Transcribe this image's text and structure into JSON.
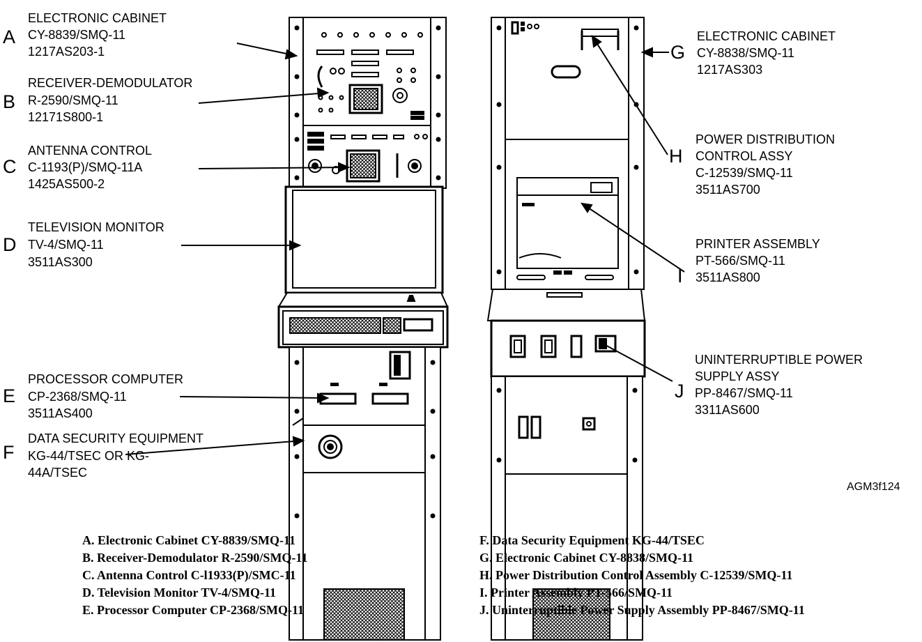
{
  "callouts_left": [
    {
      "letter": "A",
      "lines": [
        "ELECTRONIC CABINET",
        "CY-8839/SMQ-11",
        "1217AS203-1"
      ]
    },
    {
      "letter": "B",
      "lines": [
        "RECEIVER-DEMODULATOR",
        "R-2590/SMQ-11",
        "12171S800-1"
      ]
    },
    {
      "letter": "C",
      "lines": [
        "ANTENNA CONTROL",
        "C-1193(P)/SMQ-11A",
        "1425AS500-2"
      ]
    },
    {
      "letter": "D",
      "lines": [
        "TELEVISION MONITOR",
        "TV-4/SMQ-11",
        "3511AS300"
      ]
    },
    {
      "letter": "E",
      "lines": [
        "PROCESSOR COMPUTER",
        "CP-2368/SMQ-11",
        "3511AS400"
      ]
    },
    {
      "letter": "F",
      "lines": [
        "DATA SECURITY EQUIPMENT",
        "KG-44/TSEC OR KG-",
        "44A/TSEC"
      ]
    }
  ],
  "callouts_right": [
    {
      "letter": "G",
      "lines": [
        "ELECTRONIC CABINET",
        "CY-8838/SMQ-11",
        "1217AS303"
      ]
    },
    {
      "letter": "H",
      "lines": [
        "POWER DISTRIBUTION",
        "CONTROL ASSY",
        "C-12539/SMQ-11",
        "3511AS700"
      ]
    },
    {
      "letter": "I",
      "lines": [
        "PRINTER ASSEMBLY",
        "PT-566/SMQ-11",
        "3511AS800"
      ]
    },
    {
      "letter": "J",
      "lines": [
        "UNINTERRUPTIBLE POWER",
        "SUPPLY ASSY",
        "PP-8467/SMQ-11",
        "3311AS600"
      ]
    }
  ],
  "figure_code": "AGM3f124",
  "legend_left": [
    "A. Electronic Cabinet CY-8839/SMQ-11",
    "B. Receiver-Demodulator R-2590/SMQ-11",
    "C. Antenna Control C-l1933(P)/SMC-11",
    "D. Television Monitor TV-4/SMQ-11",
    "E. Processor Computer CP-2368/SMQ-11"
  ],
  "legend_right": [
    "F. Data Security Equipment KG-44/TSEC",
    "G. Electronic Cabinet CY-8838/SMQ-11",
    "H. Power Distribution Control Assembly C-12539/SMQ-11",
    "I. Printer Assembly PT-566/SMQ-11",
    "J. Uninterruptible Power Supply Assembly PP-8467/SMQ-11"
  ]
}
